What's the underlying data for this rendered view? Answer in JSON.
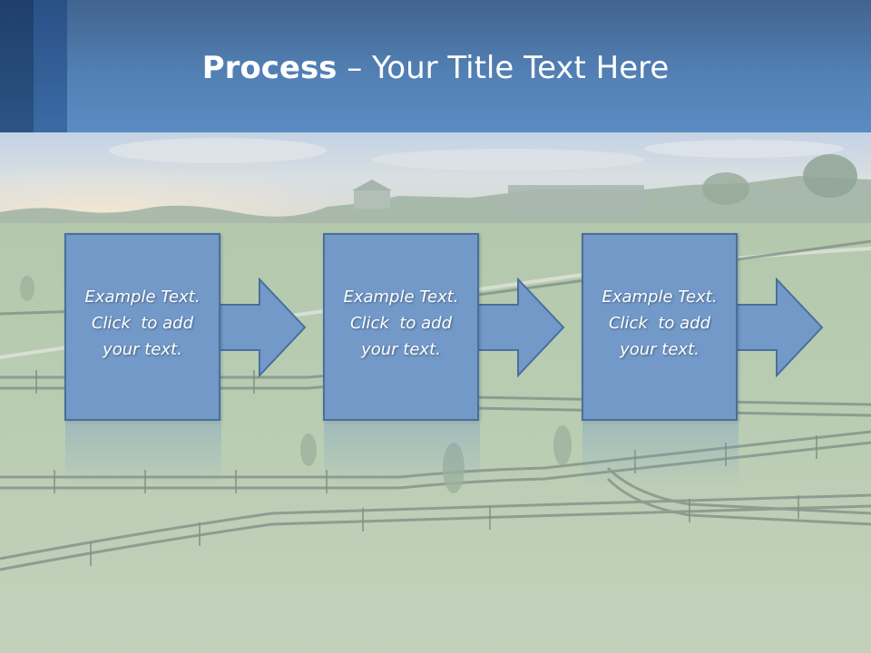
{
  "slide": {
    "title_bold": "Process",
    "title_rest": " – Your Title Text Here",
    "steps": [
      {
        "line1": "Example Text.",
        "line2": "Click  to add",
        "line3": "your text."
      },
      {
        "line1": "Example Text.",
        "line2": "Click  to add",
        "line3": "your text."
      },
      {
        "line1": "Example Text.",
        "line2": "Click  to add",
        "line3": "your text."
      }
    ]
  },
  "colors": {
    "header": "#5280b4",
    "box_fill": "#7299c8",
    "box_border": "#4a6f9c"
  }
}
